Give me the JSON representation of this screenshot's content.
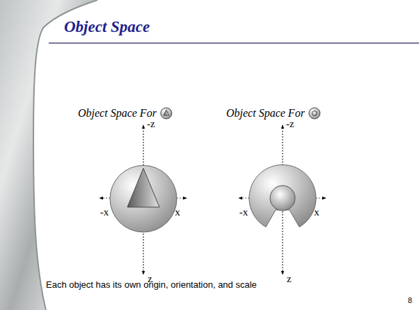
{
  "diagram": {
    "title": "Object Space",
    "caption": "Each object has its own origin, orientation, and scale",
    "labels": [
      "Object Space For",
      "-z",
      "-x",
      "x",
      "z",
      "Object Space For",
      "-z",
      "-x",
      "x",
      "z",
      "8"
    ]
  }
}
